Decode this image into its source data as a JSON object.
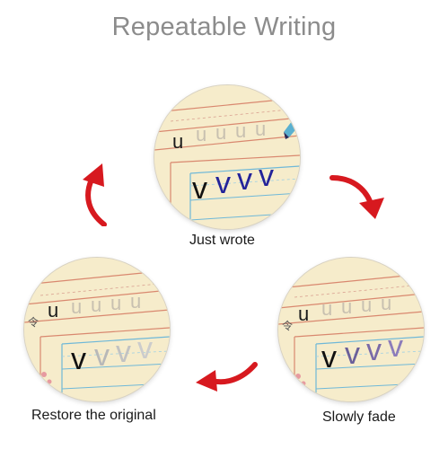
{
  "title": "Repeatable Writing",
  "steps": [
    {
      "label": "Just wrote",
      "letters": [
        "u",
        "v"
      ],
      "ink": "#23239a"
    },
    {
      "label": "Slowly fade",
      "letters": [
        "u",
        "v"
      ],
      "ink": "#6a5f9a"
    },
    {
      "label": "Restore the original",
      "letters": [
        "u",
        "v"
      ],
      "ink": "#b8b8b8"
    }
  ],
  "colors": {
    "title": "#8c8c8c",
    "arrow": "#d7191f",
    "paper": "#f6eccb",
    "line_red": "#d9886f",
    "line_blue": "#6fb8d8"
  },
  "icons": [
    "curved-arrow-icon",
    "pen-tip-icon"
  ]
}
